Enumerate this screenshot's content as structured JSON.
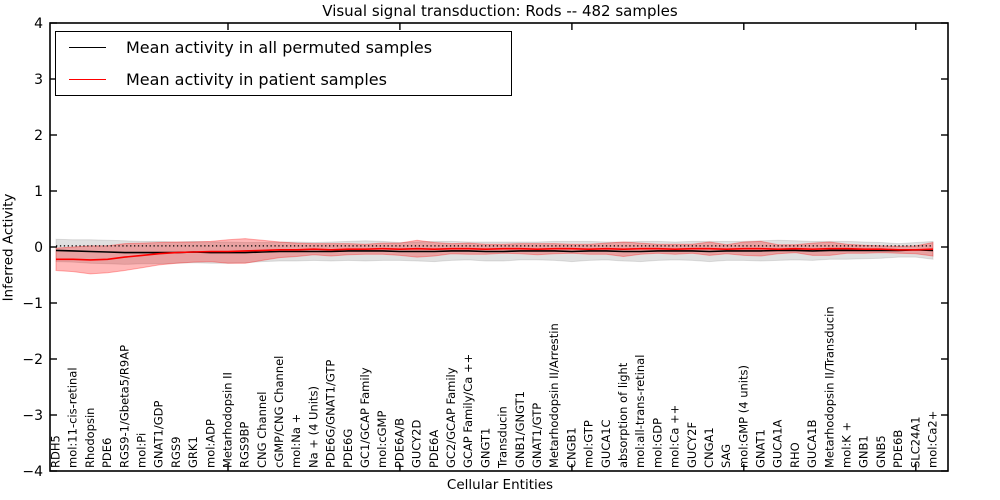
{
  "legend": {
    "items": [
      {
        "label": "Mean activity in all permuted samples",
        "color": "#000000"
      },
      {
        "label": "Mean activity in patient samples",
        "color": "#ff0000"
      }
    ]
  },
  "chart_data": {
    "type": "line",
    "title": "Visual signal transduction: Rods -- 482 samples",
    "xlabel": "Cellular Entities",
    "ylabel": "Inferred Activity",
    "ylim": [
      -4,
      4
    ],
    "grid": false,
    "legend_position": "upper left",
    "yticks": [
      {
        "value": 4,
        "label": "4"
      },
      {
        "value": 3,
        "label": "3"
      },
      {
        "value": 2,
        "label": "2"
      },
      {
        "value": 1,
        "label": "1"
      },
      {
        "value": 0,
        "label": "0"
      },
      {
        "value": -1,
        "label": "−1"
      },
      {
        "value": -2,
        "label": "−2"
      },
      {
        "value": -3,
        "label": "−3"
      },
      {
        "value": -4,
        "label": "−4"
      }
    ],
    "xticks_at": [
      10,
      20,
      30,
      40,
      50
    ],
    "categories": [
      "RDH5",
      "mol:11-cis-retinal",
      "Rhodopsin",
      "PDE6",
      "RGS9-1/Gbeta5/R9AP",
      "mol:Pi",
      "GNAT1/GDP",
      "RGS9",
      "GRK1",
      "mol:ADP",
      "Metarhodopsin II",
      "RGS9BP",
      "CNG Channel",
      "cGMP/CNG Channel",
      "mol:Na +",
      "Na + (4 Units)",
      "PDE6G/GNAT1/GTP",
      "PDE6G",
      "GC1/GCAP Family",
      "mol:cGMP",
      "PDE6A/B",
      "GUCY2D",
      "PDE6A",
      "GC2/GCAP Family",
      "GCAP Family/Ca ++",
      "GNGT1",
      "Transducin",
      "GNB1/GNGT1",
      "GNAT1/GTP",
      "Metarhodopsin II/Arrestin",
      "CNGB1",
      "mol:GTP",
      "GUCA1C",
      "absorption of light",
      "mol:all-trans-retinal",
      "mol:GDP",
      "mol:Ca ++",
      "GUCY2F",
      "CNGA1",
      "SAG",
      "mol:GMP (4 units)",
      "GNAT1",
      "GUCA1A",
      "RHO",
      "GUCA1B",
      "Metarhodopsin II/Transducin",
      "mol:K +",
      "GNB1",
      "GNB5",
      "PDE6B",
      "SLC24A1",
      "mol:Ca2+"
    ],
    "zero_line": {
      "value": 0.02,
      "style": "dotted",
      "color": "#000000"
    },
    "series": [
      {
        "id": "permuted-mean-line",
        "name": "Mean activity in all permuted samples",
        "color": "#000000",
        "values": [
          -0.06,
          -0.07,
          -0.08,
          -0.09,
          -0.1,
          -0.1,
          -0.1,
          -0.1,
          -0.09,
          -0.1,
          -0.1,
          -0.1,
          -0.09,
          -0.08,
          -0.08,
          -0.08,
          -0.08,
          -0.07,
          -0.07,
          -0.07,
          -0.08,
          -0.08,
          -0.08,
          -0.07,
          -0.07,
          -0.08,
          -0.08,
          -0.07,
          -0.07,
          -0.07,
          -0.08,
          -0.07,
          -0.07,
          -0.08,
          -0.08,
          -0.07,
          -0.07,
          -0.07,
          -0.08,
          -0.07,
          -0.07,
          -0.07,
          -0.06,
          -0.06,
          -0.07,
          -0.06,
          -0.06,
          -0.06,
          -0.06,
          -0.06,
          -0.05,
          -0.06
        ]
      },
      {
        "id": "patient-mean-line",
        "name": "Mean activity in patient samples",
        "color": "#ff0000",
        "values": [
          -0.22,
          -0.22,
          -0.23,
          -0.22,
          -0.18,
          -0.15,
          -0.12,
          -0.1,
          -0.09,
          -0.08,
          -0.08,
          -0.07,
          -0.06,
          -0.05,
          -0.05,
          -0.04,
          -0.05,
          -0.04,
          -0.04,
          -0.03,
          -0.04,
          -0.03,
          -0.04,
          -0.03,
          -0.03,
          -0.04,
          -0.03,
          -0.03,
          -0.04,
          -0.03,
          -0.03,
          -0.04,
          -0.03,
          -0.04,
          -0.03,
          -0.03,
          -0.04,
          -0.03,
          -0.03,
          -0.04,
          -0.03,
          -0.03,
          -0.04,
          -0.03,
          -0.04,
          -0.03,
          -0.03,
          -0.04,
          -0.04,
          -0.05,
          -0.05,
          -0.04
        ]
      }
    ],
    "bands": [
      {
        "id": "permuted-band",
        "name": "permuted samples spread",
        "color": "#000000",
        "fill_opacity": 0.12,
        "edge_opacity": 0.1,
        "upper": [
          0.14,
          0.13,
          0.13,
          0.12,
          0.11,
          0.1,
          0.1,
          0.09,
          0.1,
          0.09,
          0.09,
          0.08,
          0.08,
          0.09,
          0.09,
          0.08,
          0.09,
          0.1,
          0.11,
          0.1,
          0.08,
          0.09,
          0.1,
          0.1,
          0.09,
          0.09,
          0.09,
          0.09,
          0.09,
          0.1,
          0.1,
          0.1,
          0.09,
          0.09,
          0.1,
          0.1,
          0.09,
          0.1,
          0.1,
          0.1,
          0.1,
          0.11,
          0.12,
          0.11,
          0.1,
          0.1,
          0.1,
          0.09,
          0.08,
          0.06,
          0.08,
          0.1
        ],
        "lower": [
          -0.26,
          -0.27,
          -0.29,
          -0.3,
          -0.31,
          -0.3,
          -0.3,
          -0.29,
          -0.28,
          -0.29,
          -0.29,
          -0.28,
          -0.26,
          -0.25,
          -0.25,
          -0.24,
          -0.25,
          -0.24,
          -0.25,
          -0.24,
          -0.24,
          -0.25,
          -0.26,
          -0.24,
          -0.23,
          -0.25,
          -0.25,
          -0.23,
          -0.23,
          -0.24,
          -0.26,
          -0.24,
          -0.23,
          -0.25,
          -0.26,
          -0.24,
          -0.23,
          -0.24,
          -0.26,
          -0.24,
          -0.24,
          -0.25,
          -0.24,
          -0.23,
          -0.24,
          -0.22,
          -0.22,
          -0.21,
          -0.2,
          -0.18,
          -0.18,
          -0.22
        ]
      },
      {
        "id": "patient-band",
        "name": "patient samples spread",
        "color": "#ff0000",
        "fill_opacity": 0.28,
        "edge_opacity": 0.3,
        "upper": [
          -0.02,
          0.0,
          0.02,
          0.02,
          0.06,
          0.07,
          0.08,
          0.09,
          0.09,
          0.1,
          0.13,
          0.15,
          0.12,
          0.09,
          0.07,
          0.06,
          0.06,
          0.06,
          0.05,
          0.07,
          0.07,
          0.12,
          0.08,
          0.06,
          0.07,
          0.05,
          0.05,
          0.06,
          0.06,
          0.06,
          0.05,
          0.05,
          0.07,
          0.09,
          0.07,
          0.05,
          0.05,
          0.05,
          0.09,
          0.04,
          0.09,
          0.1,
          0.04,
          0.04,
          0.07,
          0.09,
          0.05,
          0.03,
          0.02,
          0.01,
          0.02,
          0.08
        ],
        "lower": [
          -0.42,
          -0.44,
          -0.48,
          -0.46,
          -0.42,
          -0.37,
          -0.32,
          -0.29,
          -0.27,
          -0.26,
          -0.29,
          -0.29,
          -0.24,
          -0.19,
          -0.17,
          -0.14,
          -0.16,
          -0.14,
          -0.13,
          -0.13,
          -0.15,
          -0.18,
          -0.16,
          -0.12,
          -0.13,
          -0.13,
          -0.11,
          -0.12,
          -0.14,
          -0.12,
          -0.11,
          -0.13,
          -0.13,
          -0.17,
          -0.13,
          -0.11,
          -0.13,
          -0.11,
          -0.15,
          -0.12,
          -0.15,
          -0.16,
          -0.12,
          -0.1,
          -0.15,
          -0.15,
          -0.11,
          -0.11,
          -0.1,
          -0.11,
          -0.12,
          -0.16
        ]
      }
    ]
  }
}
